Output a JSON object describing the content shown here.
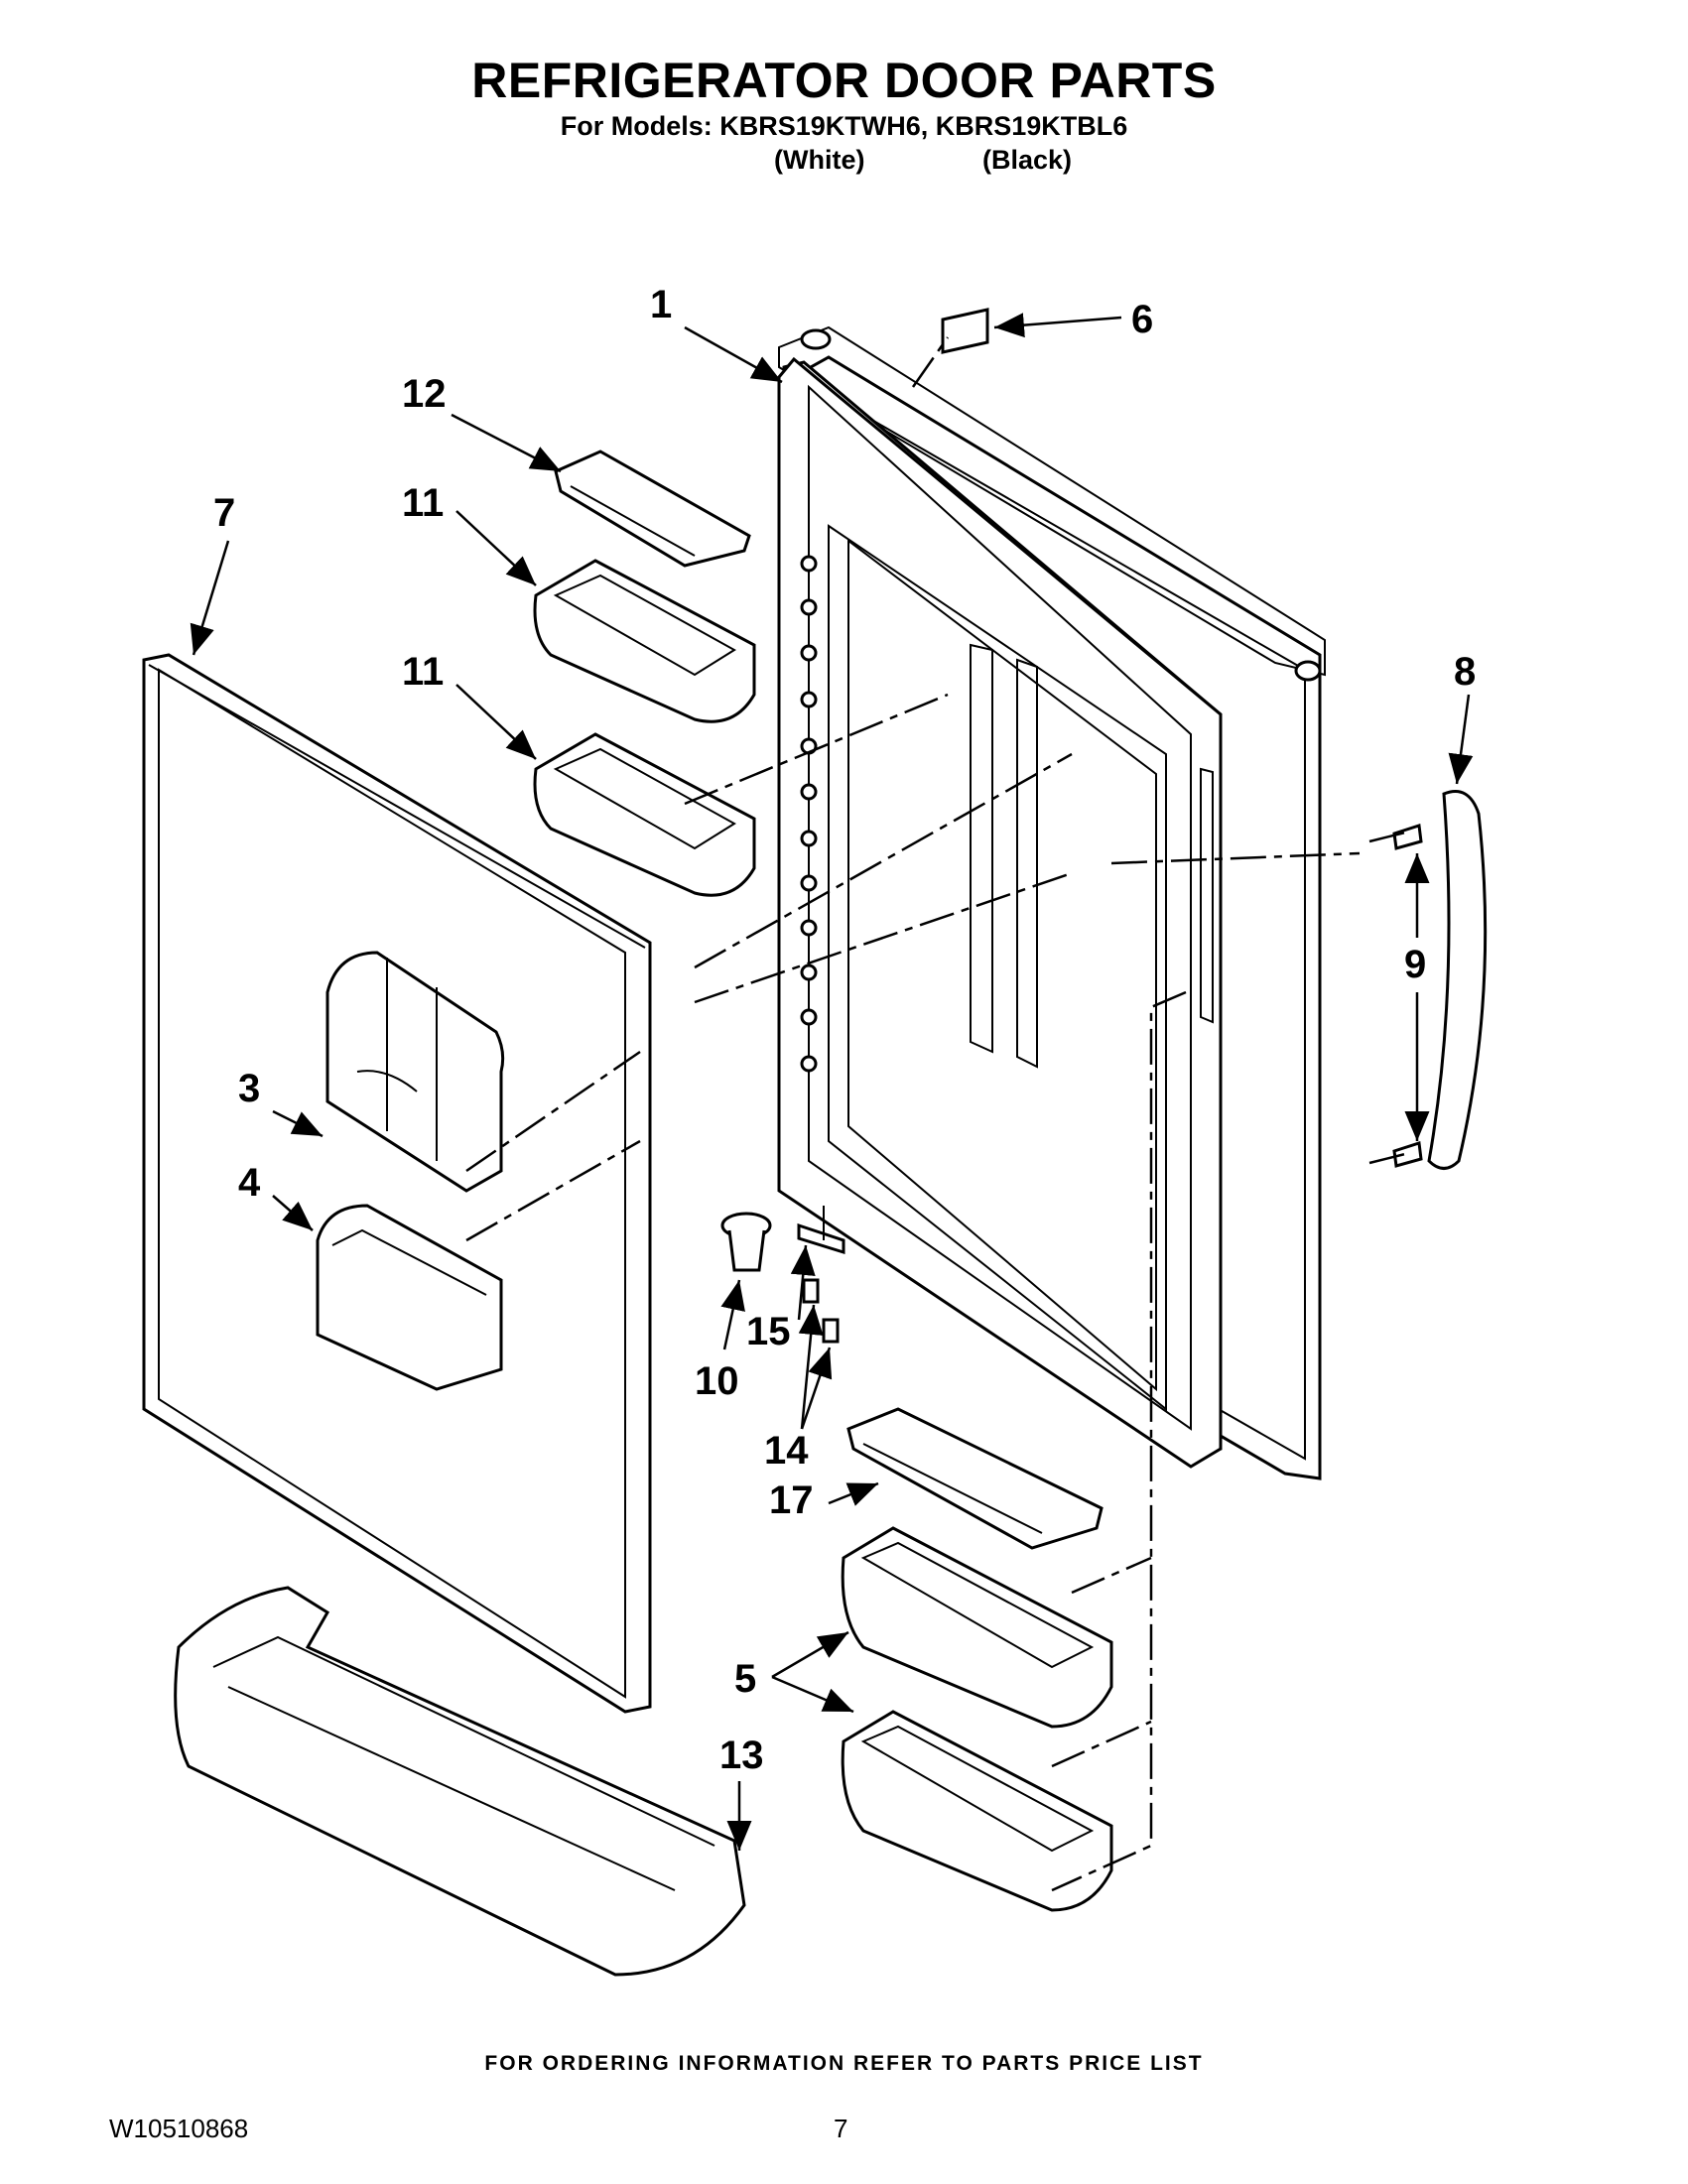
{
  "header": {
    "title": "REFRIGERATOR DOOR PARTS",
    "models_line": "For Models: KBRS19KTWH6, KBRS19KTBL6",
    "variant_white": "(White)",
    "variant_black": "(Black)"
  },
  "callouts": {
    "c1": "1",
    "c3": "3",
    "c4": "4",
    "c5": "5",
    "c6": "6",
    "c7": "7",
    "c8": "8",
    "c9": "9",
    "c10": "10",
    "c11a": "11",
    "c11b": "11",
    "c12": "12",
    "c13": "13",
    "c14": "14",
    "c15": "15",
    "c17": "17"
  },
  "footer": {
    "note": "FOR ORDERING INFORMATION REFER TO PARTS PRICE LIST",
    "doc_number": "W10510868",
    "page_number": "7"
  },
  "colors": {
    "ink": "#000000",
    "paper": "#ffffff"
  }
}
